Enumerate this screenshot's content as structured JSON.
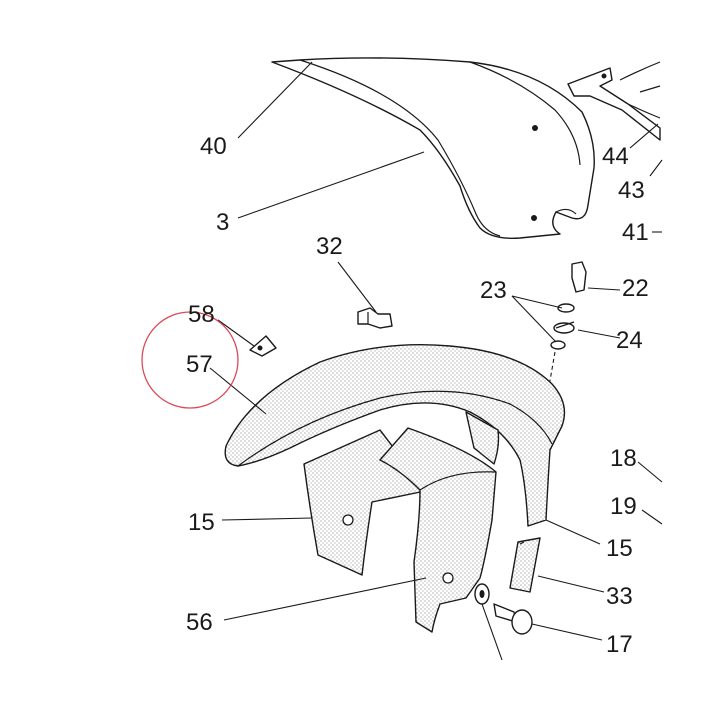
{
  "colors": {
    "line": "#1a1a1a",
    "highlight_circle": "#d94a5a",
    "background": "#ffffff"
  },
  "labels": {
    "p40": "40",
    "p3": "3",
    "p44": "44",
    "p43": "43",
    "p41": "41",
    "p32": "32",
    "p23": "23",
    "p22": "22",
    "p24": "24",
    "p58": "58",
    "p57": "57",
    "p18": "18",
    "p19": "19",
    "p15_left": "15",
    "p15_right": "15",
    "p33": "33",
    "p56": "56",
    "p17": "17"
  },
  "highlight": {
    "target_part": "57"
  }
}
